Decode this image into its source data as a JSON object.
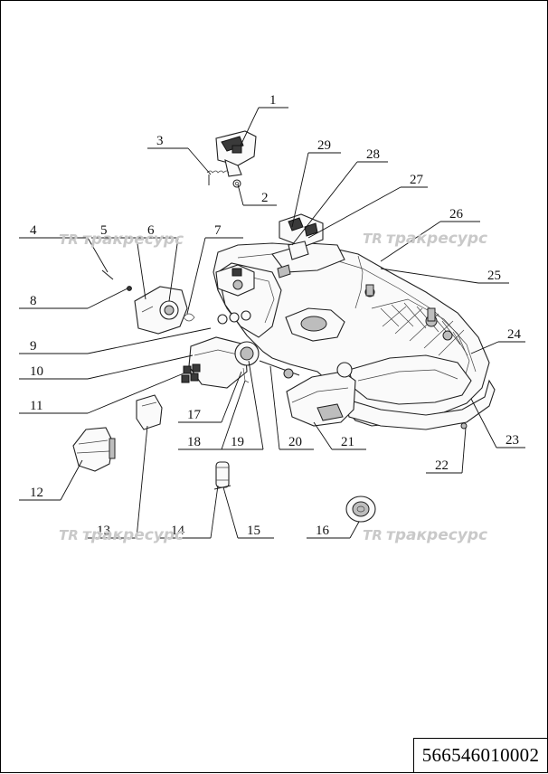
{
  "diagram": {
    "document_number": "566546010002",
    "watermark_logo": "TR",
    "watermark_text": "тракресурс",
    "callouts": [
      "1",
      "2",
      "3",
      "4",
      "5",
      "6",
      "7",
      "8",
      "9",
      "10",
      "11",
      "12",
      "13",
      "14",
      "15",
      "16",
      "17",
      "18",
      "19",
      "20",
      "21",
      "22",
      "23",
      "24",
      "25",
      "26",
      "27",
      "28",
      "29"
    ]
  }
}
